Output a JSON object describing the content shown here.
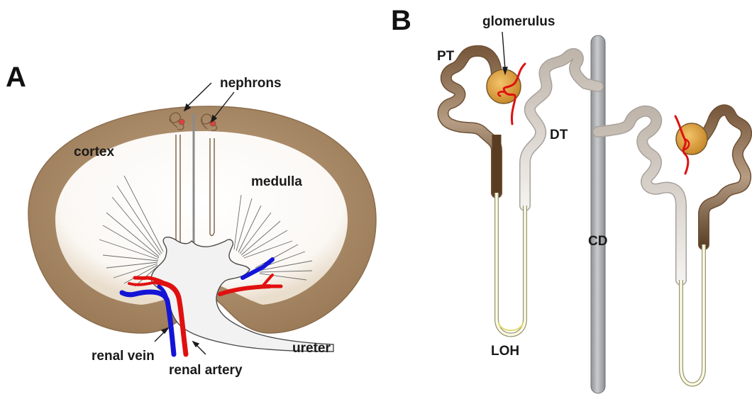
{
  "panel_a": {
    "letter": "A",
    "labels": {
      "nephrons": "nephrons",
      "cortex": "cortex",
      "medulla": "medulla",
      "renal_vein": "renal vein",
      "renal_artery": "renal artery",
      "ureter": "ureter"
    }
  },
  "panel_b": {
    "letter": "B",
    "labels": {
      "glomerulus": "glomerulus",
      "pt": "PT",
      "dt": "DT",
      "cd": "CD",
      "loh": "LOH"
    }
  },
  "colors": {
    "cortex": "#a88a68",
    "medulla": "#ffffff",
    "vein": "#1414d6",
    "artery": "#e01010",
    "pelvis": "#f2f2f2",
    "collecting_duct": "#a9abad",
    "loop": "#e8e4a8"
  }
}
